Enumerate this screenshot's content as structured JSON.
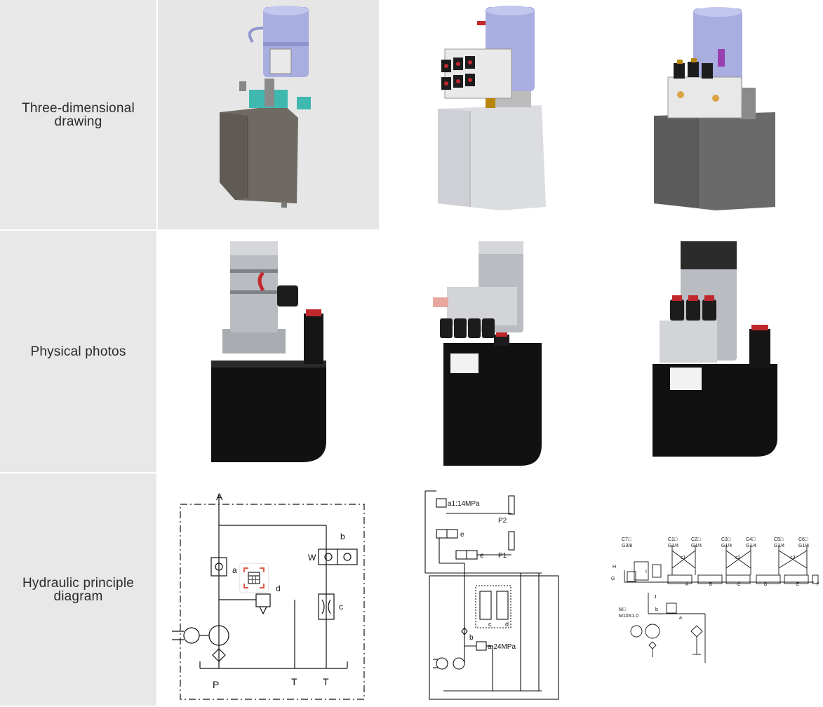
{
  "rows": {
    "drawing": {
      "label": "Three-dimensional drawing"
    },
    "photo": {
      "label": "Physical photos"
    },
    "diagram": {
      "label": "Hydraulic principle diagram"
    }
  },
  "diagram1": {
    "port_a": "A",
    "port_p": "P",
    "port_t1": "T",
    "port_t2": "T",
    "tag_a": "a",
    "tag_b": "b",
    "tag_c": "c",
    "tag_d": "d"
  },
  "diagram2": {
    "relief1": "a1:14MPa",
    "relief2": "a:24MPa",
    "port_p1": "P1",
    "port_p2": "P2",
    "tag_b": "b",
    "tag_c": "c",
    "tag_d": "d",
    "tag_e1": "e",
    "tag_e2": "e"
  },
  "diagram3": {
    "c7": "C7□",
    "c7_thread": "G3/8",
    "c1": "C1□",
    "c1_thread": "G1/4",
    "c2": "C2□",
    "c2_thread": "G1/4",
    "c3": "C3□",
    "c3_thread": "G1/4",
    "c4": "C4□",
    "c4_thread": "G1/4",
    "c5": "C5□",
    "c5_thread": "G1/4",
    "c6": "C6□",
    "c6_thread": "G1/4",
    "m": "M□",
    "m_thread": "M10X1.0",
    "tag_h": "H",
    "tag_g": "G",
    "tag_i": "I",
    "tag_j": "J",
    "tag_c1": "c1",
    "tag_c2": "c2",
    "tag_c3": "c3",
    "tag_A": "A",
    "tag_B": "B",
    "tag_C": "C",
    "tag_D": "D",
    "tag_E": "E",
    "tag_F": "F",
    "tag_a": "a",
    "tag_b": "b"
  },
  "colors": {
    "motor_blue": "#a8aee0",
    "tank_brown": "#6e6962",
    "tank_light": "#dcdde1",
    "tank_grey": "#6a6a6a",
    "valve_teal": "#3fb8b0",
    "photo_black": "#111111",
    "photo_steel": "#b9bcc0",
    "solenoid_red": "#c0282c"
  },
  "icons": {
    "selection": "table-select-icon"
  }
}
